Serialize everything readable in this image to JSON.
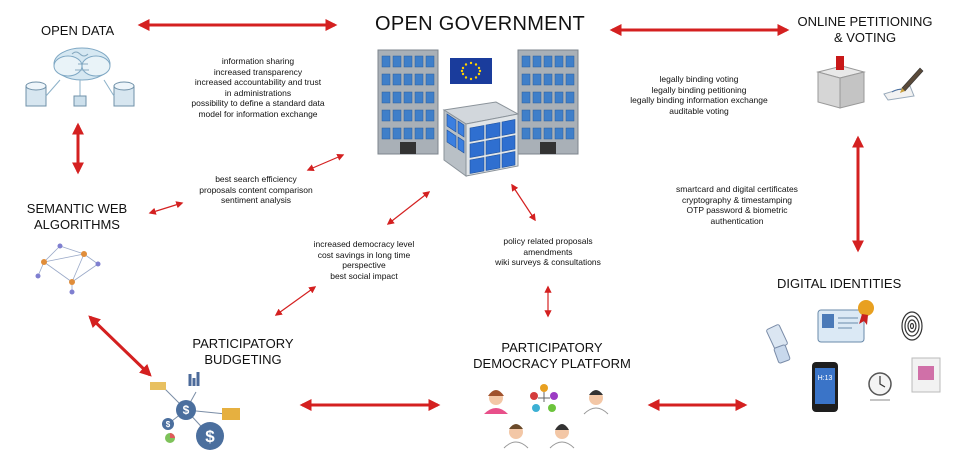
{
  "nodes": {
    "open_data": "OPEN DATA",
    "open_government": "OPEN GOVERNMENT",
    "online_petitioning": [
      "ONLINE PETITIONING",
      "& VOTING"
    ],
    "semantic_web": [
      "SEMANTIC WEB",
      "ALGORITHMS"
    ],
    "digital_identities": "DIGITAL IDENTITIES",
    "participatory_budgeting": [
      "PARTICIPATORY",
      "BUDGETING"
    ],
    "participatory_democracy": [
      "PARTICIPATORY",
      "DEMOCRACY PLATFORM"
    ]
  },
  "notes": {
    "open_data_gov": [
      "information sharing",
      "increased transparency",
      "increased accountability and trust",
      "in administrations",
      "possibility to define a standard data",
      "model for information exchange"
    ],
    "petitioning_gov": [
      "legally binding voting",
      "legally binding petitioning",
      "legally binding information exchange",
      "auditable voting"
    ],
    "semantic_gov": [
      "best search efficiency",
      "proposals content comparison",
      "sentiment analysis"
    ],
    "identities_petitioning": [
      "smartcard and digital certificates",
      "cryptography & timestamping",
      "OTP password & biometric",
      "authentication"
    ],
    "budgeting_gov": [
      "increased democracy level",
      "cost savings in long time",
      "perspective",
      "best social impact"
    ],
    "democracy_gov": [
      "policy related proposals",
      "amendments",
      "wiki surveys & consultations"
    ]
  },
  "icons": {
    "open_data": "database-cloud-icon",
    "open_government": "government-buildings-icon",
    "eu_flag": "eu-flag-icon",
    "ballot": "ballot-box-icon",
    "pen": "fountain-pen-icon",
    "semantic": "network-graph-icon",
    "budgeting": "dollar-network-icon",
    "democracy": "people-network-icon",
    "identities": "identity-devices-icon",
    "phone_screen": "H:13"
  },
  "colors": {
    "arrow": "#d42020",
    "building": "#9aa3ad",
    "window": "#3a78c8",
    "eu_blue": "#1a3c9c",
    "eu_star": "#ffd200"
  }
}
